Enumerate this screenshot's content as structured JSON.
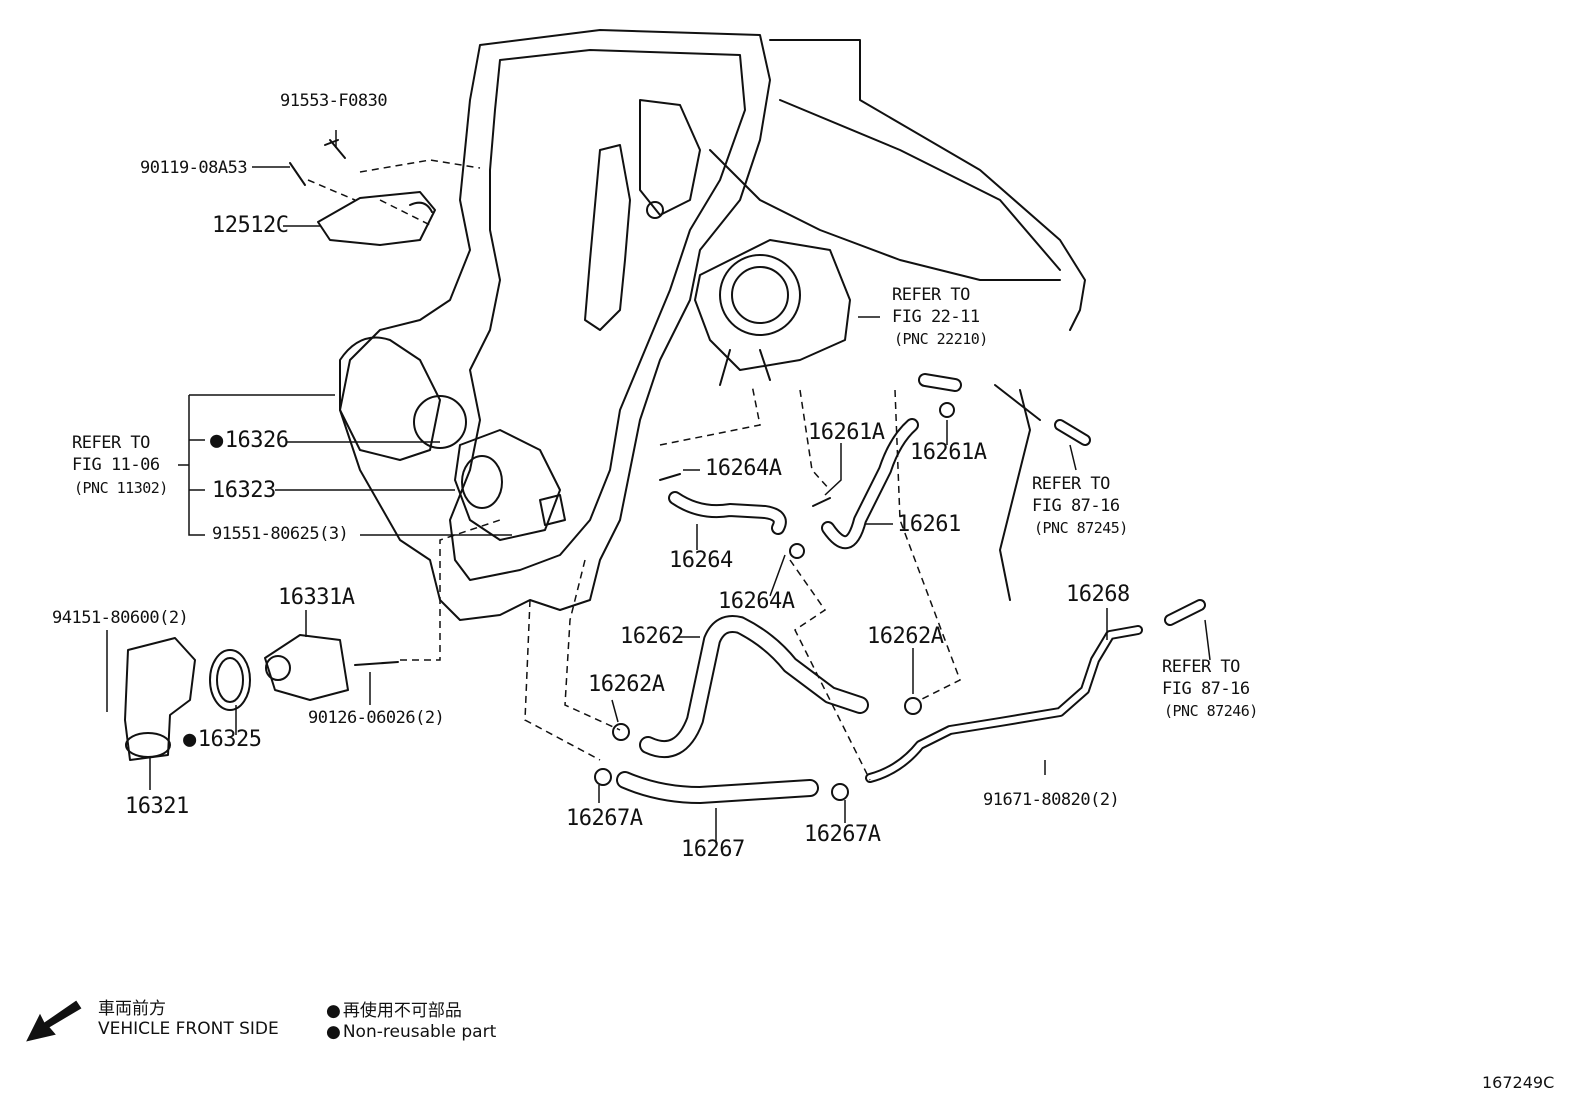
{
  "parts": {
    "p91553": "91553-F0830",
    "p90119": "90119-08A53",
    "p12512c": "12512C",
    "p16326": "16326",
    "p16323": "16323",
    "p91551": "91551-80625(3)",
    "p94151": "94151-80600(2)",
    "p16331a": "16331A",
    "p16325": "16325",
    "p16321": "16321",
    "p90126": "90126-06026(2)",
    "p16264a_1": "16264A",
    "p16264": "16264",
    "p16264a_2": "16264A",
    "p16261a_1": "16261A",
    "p16261a_2": "16261A",
    "p16261": "16261",
    "p16262": "16262",
    "p16262a_1": "16262A",
    "p16262a_2": "16262A",
    "p16267a_1": "16267A",
    "p16267": "16267",
    "p16267a_2": "16267A",
    "p16268": "16268",
    "p91671": "91671-80820(2)"
  },
  "refs": {
    "ref_11_06": {
      "line1": "REFER TO",
      "line2": "FIG 11-06",
      "line3": "(PNC 11302)"
    },
    "ref_22_11": {
      "line1": "REFER TO",
      "line2": "FIG 22-11",
      "line3": "(PNC 22210)"
    },
    "ref_87_16a": {
      "line1": "REFER TO",
      "line2": "FIG 87-16",
      "line3": "(PNC 87245)"
    },
    "ref_87_16b": {
      "line1": "REFER TO",
      "line2": "FIG 87-16",
      "line3": "(PNC 87246)"
    }
  },
  "legend": {
    "front_jp": "車両前方",
    "front_en": "VEHICLE FRONT SIDE",
    "nonreuse_jp": "再使用不可部品",
    "nonreuse_en": "Non-reusable part"
  },
  "figure_id": "167249C",
  "icons": [
    "front-arrow-icon",
    "non-reusable-dot-icon"
  ]
}
